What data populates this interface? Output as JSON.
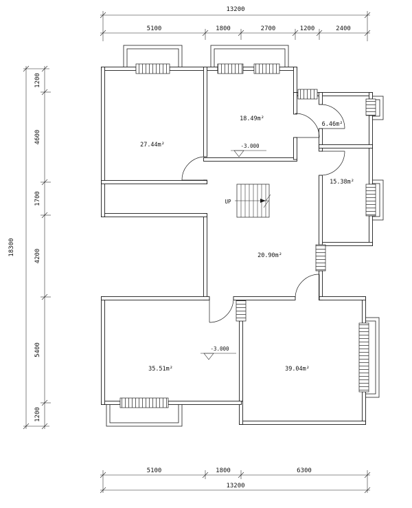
{
  "colors": {
    "background": "#ffffff",
    "line": "#1c1c1c"
  },
  "dimensions": {
    "top": {
      "total": "13200",
      "segments": [
        "5100",
        "1800",
        "2700",
        "1200",
        "2400"
      ]
    },
    "left": {
      "total": "18300",
      "segments": [
        "1200",
        "4600",
        "1700",
        "4200",
        "5400",
        "1200"
      ]
    },
    "bottom": {
      "total": "13200",
      "segments": [
        "5100",
        "1800",
        "6300"
      ]
    }
  },
  "rooms": [
    {
      "label": "27.44m²"
    },
    {
      "label": "18.49m²"
    },
    {
      "label": "6.46m²"
    },
    {
      "label": "15.38m²"
    },
    {
      "label": "20.90m²"
    },
    {
      "label": "35.51m²"
    },
    {
      "label": "39.04m²"
    }
  ],
  "annotations": {
    "elevation_upper": "-3.000",
    "elevation_lower": "-3.000",
    "stairs_direction": "UP"
  }
}
